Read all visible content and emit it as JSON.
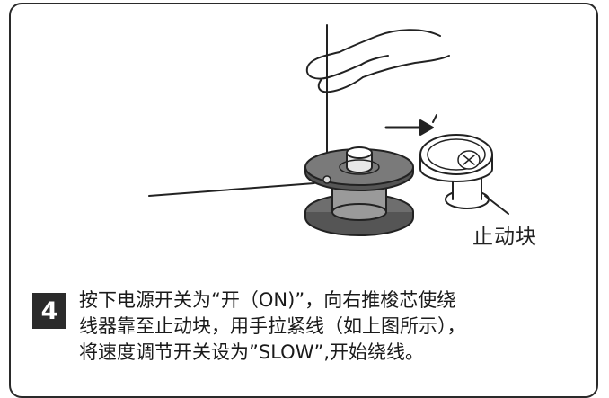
{
  "illustration": {
    "part_label": "止动块"
  },
  "step": {
    "number": "4",
    "lines": [
      "按下电源开关为“开（ON)”，向右推梭芯使绕",
      "线器靠至止动块，用手拉紧线（如上图所示），",
      "将速度调节开关设为”SLOW”,开始绕线。"
    ]
  }
}
